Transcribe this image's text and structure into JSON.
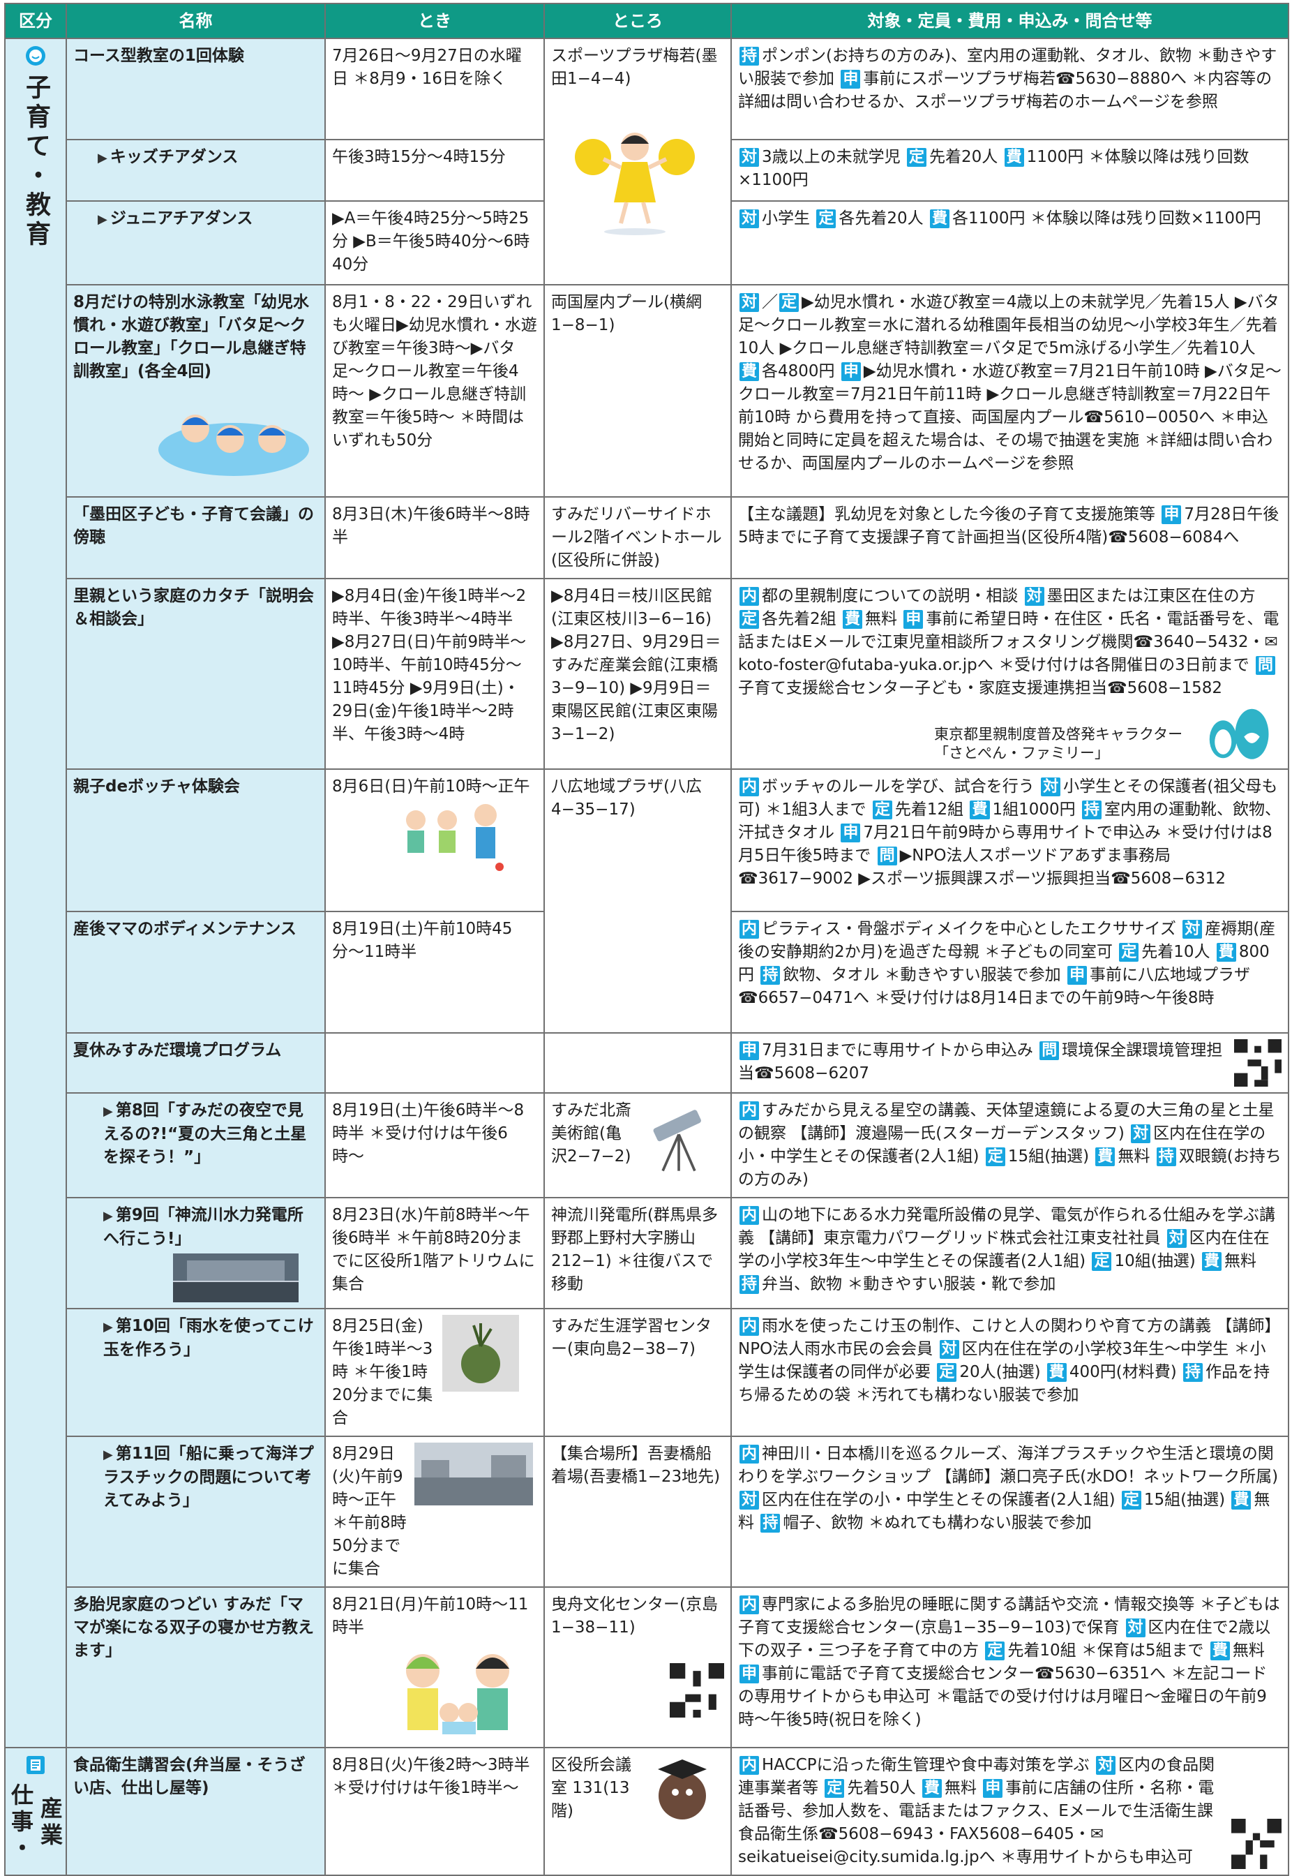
{
  "headers": {
    "category": "区分",
    "name": "名称",
    "when": "とき",
    "where": "ところ",
    "details": "対象・定員・費用・申込み・問合せ等"
  },
  "categories": {
    "kosodate": "子育て・教育",
    "sangyo_a": "仕事・",
    "sangyo_b": "産業"
  },
  "tags": {
    "motsu": "持",
    "taisho": "対",
    "teiin": "定",
    "hiyo": "費",
    "moushikomi": "申",
    "naiyou": "内",
    "toiawase": "問"
  },
  "rows": {
    "course": {
      "name": "コース型教室の1回体験",
      "when": "7月26日〜9月27日の水曜日 ＊8月9・16日を除く",
      "where": "スポーツプラザ梅若(墨田1−4−4)",
      "d1": "ポンポン(お持ちの方のみ)、室内用の運動靴、タオル、飲物 ＊動きやすい服装で参加",
      "d2": "事前にスポーツプラザ梅若☎5630−8880へ ＊内容等の詳細は問い合わせるか、スポーツプラザ梅若のホームページを参照"
    },
    "kids": {
      "name": "キッズチアダンス",
      "when": "午後3時15分〜4時15分",
      "d1": "3歳以上の未就学児",
      "d2": "先着20人",
      "d3": "1100円 ＊体験以降は残り回数×1100円"
    },
    "junior": {
      "name": "ジュニアチアダンス",
      "when": "▶A＝午後4時25分〜5時25分 ▶B＝午後5時40分〜6時40分",
      "d1": "小学生",
      "d2": "各先着20人",
      "d3": "各1100円 ＊体験以降は残り回数×1100円"
    },
    "swim": {
      "name": "8月だけの特別水泳教室「幼児水慣れ・水遊び教室」「バタ足〜クロール教室」「クロール息継ぎ特訓教室」(各全4回)",
      "when": "8月1・8・22・29日いずれも火曜日▶幼児水慣れ・水遊び教室＝午後3時〜▶バタ足〜クロール教室＝午後4時〜 ▶クロール息継ぎ特訓教室＝午後5時〜 ＊時間はいずれも50分",
      "where": "両国屋内プール(横網1−8−1)",
      "slash": "／",
      "d1": "▶幼児水慣れ・水遊び教室＝4歳以上の未就学児／先着15人 ▶バタ足〜クロール教室＝水に潜れる幼稚園年長相当の幼児〜小学校3年生／先着10人 ▶クロール息継ぎ特訓教室＝バタ足で5m泳げる小学生／先着10人",
      "d2": "各4800円",
      "d3": "▶幼児水慣れ・水遊び教室＝7月21日午前10時 ▶バタ足〜クロール教室＝7月21日午前11時 ▶クロール息継ぎ特訓教室＝7月22日午前10時 から費用を持って直接、両国屋内プール☎5610−0050へ ＊申込開始と同時に定員を超えた場合は、その場で抽選を実施 ＊詳細は問い合わせるか、両国屋内プールのホームページを参照"
    },
    "kaigi": {
      "name": "「墨田区子ども・子育て会議」の傍聴",
      "when": "8月3日(木)午後6時半〜8時半",
      "where": "すみだリバーサイドホール2階イベントホール(区役所に併設)",
      "d1": "【主な議題】乳幼児を対象とした今後の子育て支援施策等",
      "d2": "7月28日午後5時までに子育て支援課子育て計画担当(区役所4階)☎5608−6084へ"
    },
    "satooya": {
      "name": "里親という家庭のカタチ「説明会＆相談会」",
      "when": "▶8月4日(金)午後1時半〜2時半、午後3時半〜4時半 ▶8月27日(日)午前9時半〜10時半、午前10時45分〜11時45分 ▶9月9日(土)・29日(金)午後1時半〜2時半、午後3時〜4時",
      "where": "▶8月4日＝枝川区民館(江東区枝川3−6−16) ▶8月27日、9月29日＝すみだ産業会館(江東橋3−9−10) ▶9月9日＝東陽区民館(江東区東陽3−1−2)",
      "d1": "都の里親制度についての説明・相談",
      "d2": "墨田区または江東区在住の方",
      "d3": "各先着2組",
      "d4": "無料",
      "d5": "事前に希望日時・在住区・氏名・電話番号を、電話またはEメールで江東児童相談所フォスタリング機関☎3640−5432・✉koto-foster@futaba-yuka.or.jpへ ＊受け付けは各開催日の3日前まで",
      "d6": "子育て支援総合センター子ども・家庭支援連携担当☎5608−1582",
      "caption": "東京都里親制度普及啓発キャラクター「さとぺん・ファミリー」"
    },
    "boccia": {
      "name": "親子deボッチャ体験会",
      "when": "8月6日(日)午前10時〜正午",
      "where": "八広地域プラザ(八広4−35−17)",
      "d1": "ボッチャのルールを学び、試合を行う",
      "d2": "小学生とその保護者(祖父母も可) ＊1組3人まで",
      "d3": "先着12組",
      "d4": "1組1000円",
      "d5": "室内用の運動靴、飲物、汗拭きタオル",
      "d6": "7月21日午前9時から専用サイトで申込み ＊受け付けは8月5日午後5時まで",
      "d7": "▶NPO法人スポーツドアあずま事務局☎3617−9002 ▶スポーツ振興課スポーツ振興担当☎5608−6312"
    },
    "mama": {
      "name": "産後ママのボディメンテナンス",
      "when": "8月19日(土)午前10時45分〜11時半",
      "d1": "ピラティス・骨盤ボディメイクを中心としたエクササイズ",
      "d2": "産褥期(産後の安静期約2か月)を過ぎた母親 ＊子どもの同室可",
      "d3": "先着10人",
      "d4": "800円",
      "d5": "飲物、タオル ＊動きやすい服装で参加",
      "d6": "事前に八広地域プラザ☎6657−0471へ ＊受け付けは8月14日までの午前9時〜午後8時"
    },
    "kankyo": {
      "name": "夏休みすみだ環境プログラム",
      "d1": "7月31日までに専用サイトから申込み",
      "d2": "環境保全課環境管理担当☎5608−6207"
    },
    "kai8": {
      "name": "第8回「すみだの夜空で見えるの?!“夏の大三角と土星を探そう！”」",
      "when": "8月19日(土)午後6時半〜8時半 ＊受け付けは午後6時〜",
      "where": "すみだ北斎美術館(亀沢2−7−2)",
      "d1": "すみだから見える星空の講義、天体望遠鏡による夏の大三角の星と土星の観察 【講師】渡邉陽一氏(スターガーデンスタッフ)",
      "d2": "区内在住在学の小・中学生とその保護者(2人1組)",
      "d3": "15組(抽選)",
      "d4": "無料",
      "d5": "双眼鏡(お持ちの方のみ)"
    },
    "kai9": {
      "name": "第9回「神流川水力発電所へ行こう!」",
      "when": "8月23日(水)午前8時半〜午後6時半 ＊午前8時20分までに区役所1階アトリウムに集合",
      "where": "神流川発電所(群馬県多野郡上野村大字勝山212−1) ＊往復バスで移動",
      "d1": "山の地下にある水力発電所設備の見学、電気が作られる仕組みを学ぶ講義 【講師】東京電力パワーグリッド株式会社江東支社社員",
      "d2": "区内在住在学の小学校3年生〜中学生とその保護者(2人1組)",
      "d3": "10組(抽選)",
      "d4": "無料",
      "d5": "弁当、飲物 ＊動きやすい服装・靴で参加"
    },
    "kai10": {
      "name": "第10回「雨水を使ってこけ玉を作ろう」",
      "when": "8月25日(金)午後1時半〜3時 ＊午後1時20分までに集合",
      "where": "すみだ生涯学習センター(東向島2−38−7)",
      "d1": "雨水を使ったこけ玉の制作、こけと人の関わりや育て方の講義 【講師】NPO法人雨水市民の会会員",
      "d2": "区内在住在学の小学校3年生〜中学生 ＊小学生は保護者の同伴が必要",
      "d3": "20人(抽選)",
      "d4": "400円(材料費)",
      "d5": "作品を持ち帰るための袋 ＊汚れても構わない服装で参加"
    },
    "kai11": {
      "name": "第11回「船に乗って海洋プラスチックの問題について考えてみよう」",
      "when": "8月29日(火)午前9時〜正午 ＊午前8時50分までに集合",
      "where": "【集合場所】吾妻橋船着場(吾妻橋1−23地先)",
      "d1": "神田川・日本橋川を巡るクルーズ、海洋プラスチックや生活と環境の関わりを学ぶワークショップ 【講師】瀬口亮子氏(水DO！ネットワーク所属)",
      "d2": "区内在住在学の小・中学生とその保護者(2人1組)",
      "d3": "15組(抽選)",
      "d4": "無料",
      "d5": "帽子、飲物 ＊ぬれても構わない服装で参加"
    },
    "twins": {
      "name": "多胎児家庭のつどい すみだ「ママが楽になる双子の寝かせ方教えます」",
      "when": "8月21日(月)午前10時〜11時半",
      "where": "曳舟文化センター(京島1−38−11)",
      "d1": "専門家による多胎児の睡眠に関する講話や交流・情報交換等 ＊子どもは子育て支援総合センター(京島1−35−9−103)で保育",
      "d2": "区内在住で2歳以下の双子・三つ子を子育て中の方",
      "d3": "先着10組 ＊保育は5組まで",
      "d4": "無料",
      "d5": "事前に電話で子育て支援総合センター☎5630−6351へ ＊左記コードの専用サイトからも申込可 ＊電話での受け付けは月曜日〜金曜日の午前9時〜午後5時(祝日を除く)"
    },
    "food": {
      "name": "食品衛生講習会(弁当屋・そうざい店、仕出し屋等)",
      "when": "8月8日(火)午後2時〜3時半 ＊受け付けは午後1時半〜",
      "where": "区役所会議室 131(13階)",
      "d1": "HACCPに沿った衛生管理や食中毒対策を学ぶ",
      "d2": "区内の食品関連事業者等",
      "d3": "先着50人",
      "d4": "無料",
      "d5": "事前に店舗の住所・名称・電話番号、参加人数を、電話またはファクス、Eメールで生活衛生課食品衛生係☎5608−6943・FAX5608−6405・✉seikatueisei@city.sumida.lg.jpへ ＊専用サイトからも申込可"
    }
  },
  "colors": {
    "header_bg": "#0f9a86",
    "name_bg": "#d6eef6",
    "tag_bg": "#17a6e0",
    "border": "#707070"
  }
}
